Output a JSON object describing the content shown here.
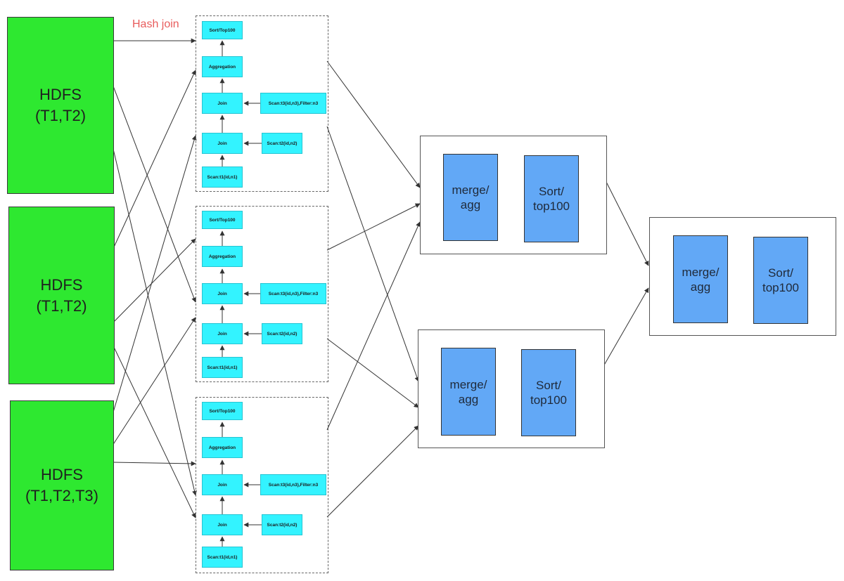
{
  "hdfs_nodes": [
    {
      "label": "HDFS\n(T1,T2)"
    },
    {
      "label": "HDFS\n(T1,T2)"
    },
    {
      "label": "HDFS\n(T1,T2,T3)"
    }
  ],
  "hash_join_label": "Hash join",
  "fragments": [
    {
      "ops": {
        "sort": "Sort/Top100",
        "agg": "Aggregation",
        "join1": "Join",
        "scan3": "Scan:t3(id,n3),Filter:n3",
        "join2": "Join",
        "scan2": "Scan:t2(id,n2)",
        "scan1": "Scan:t1(id,n1)"
      }
    },
    {
      "ops": {
        "sort": "Sort/Top100",
        "agg": "Aggregation",
        "join1": "Join",
        "scan3": "Scan:t3(id,n3),Filter:n3",
        "join2": "Join",
        "scan2": "Scan:t2(id,n2)",
        "scan1": "Scan:t1(id,n1)"
      }
    },
    {
      "ops": {
        "sort": "Sort/Top100",
        "agg": "Aggregation",
        "join1": "Join",
        "scan3": "Scan:t3(id,n3),Filter:n3",
        "join2": "Join",
        "scan2": "Scan:t2(id,n2)",
        "scan1": "Scan:t1(id,n1)"
      }
    }
  ],
  "merge_panels": [
    {
      "merge": "merge/\nagg",
      "sort": "Sort/\ntop100"
    },
    {
      "merge": "merge/\nagg",
      "sort": "Sort/\ntop100"
    },
    {
      "merge": "merge/\nagg",
      "sort": "Sort/\ntop100"
    }
  ],
  "colors": {
    "hdfs": "#2ee830",
    "operator": "#33f3ff",
    "merge_box": "#62a8f6",
    "hash_join_text": "#e85c5c",
    "edge": "#333333"
  }
}
